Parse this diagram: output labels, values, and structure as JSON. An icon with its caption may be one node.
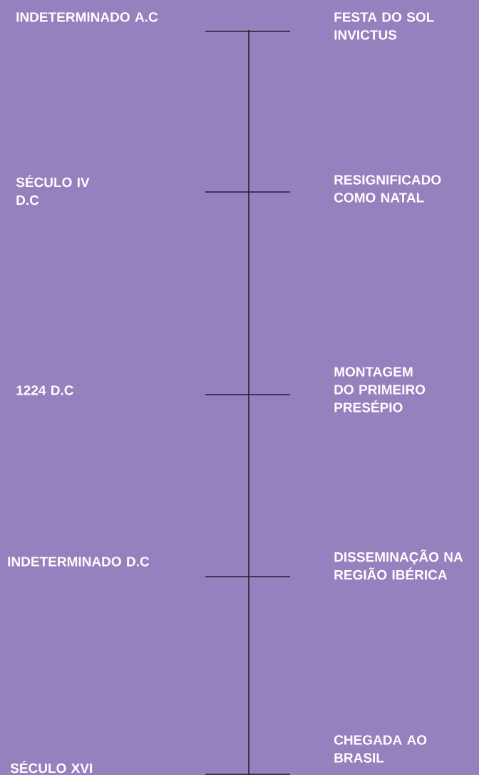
{
  "diagram": {
    "labels": [
      "INDETERMINADO A.C",
      "FESTA DO SOL INVICTUS",
      "SÉCULO IV D.C",
      "RESIGNIFICADO COMO NATAL",
      "1224 D.C",
      "MONTAGEM DO PRIMEIRO PRESÉPIO",
      "INDETERMINADO D.C",
      "DISSEMINAÇÃO NA REGIÃO IBÉRICA",
      "SÉCULO XVI",
      "CHEGADA AO BRASIL"
    ]
  }
}
